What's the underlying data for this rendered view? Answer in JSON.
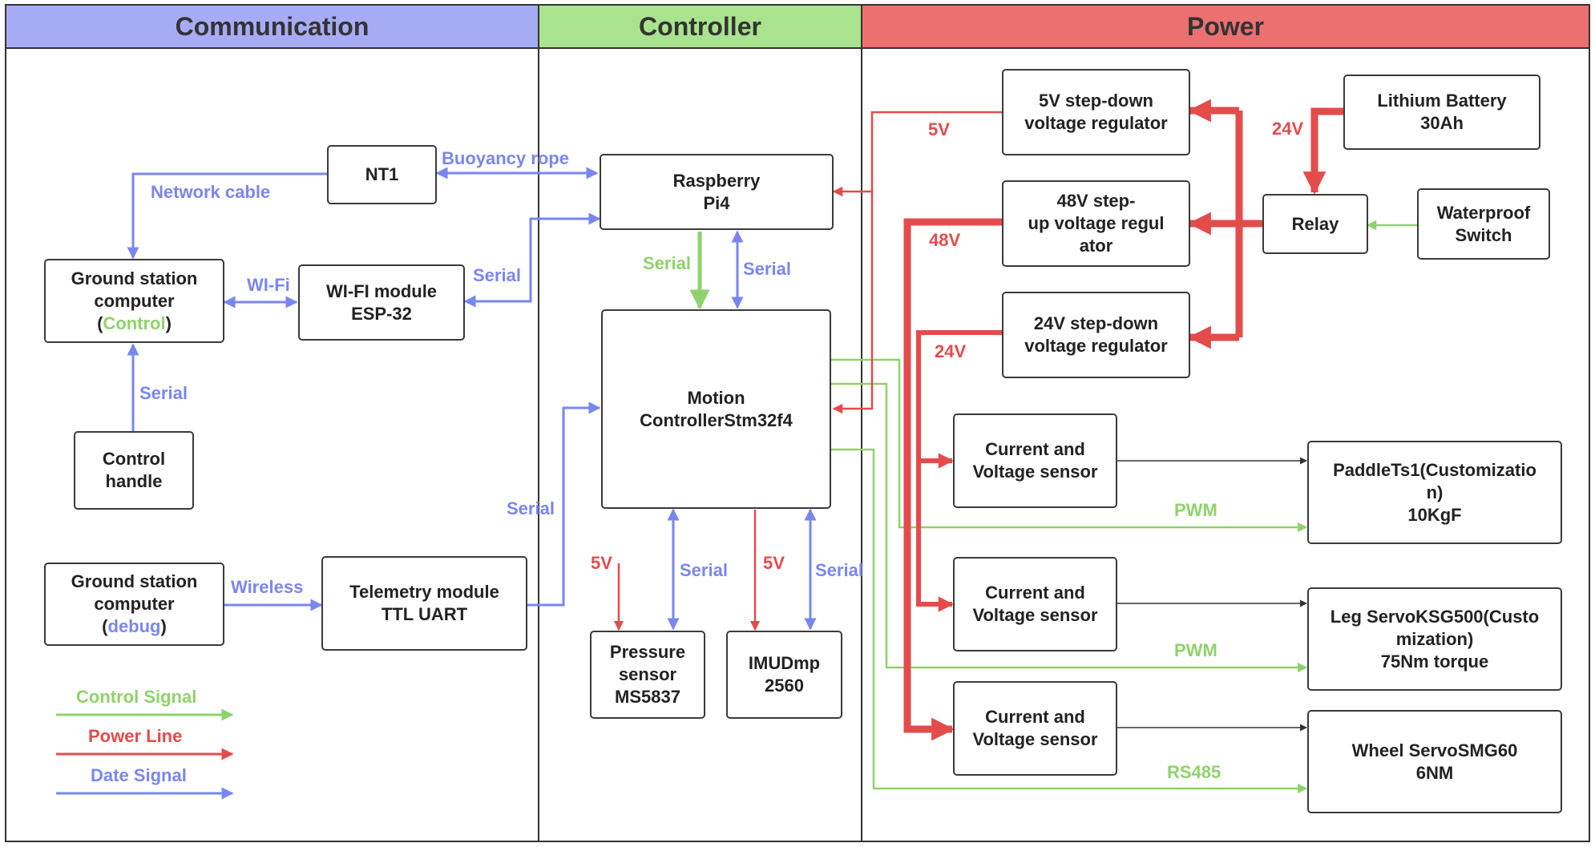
{
  "headers": {
    "communication": "Communication",
    "controller": "Controller",
    "power": "Power"
  },
  "colors": {
    "communication_header": "#a6acf4",
    "controller_header": "#a9e38e",
    "power_header": "#ec7070",
    "data_signal": "#7a86f0",
    "control_signal": "#8fd26b",
    "power_line": "#e44b4b"
  },
  "boxes": {
    "nt1": "NT1",
    "ground_control_line1": "Ground station\ncomputer",
    "ground_control_open": "(",
    "ground_control_word": "Control",
    "ground_control_close": ")",
    "wifi_module": "WI-FI module\nESP-32",
    "control_handle": "Control\nhandle",
    "ground_debug_line1": "Ground station\ncomputer",
    "ground_debug_open": "(",
    "ground_debug_word": "debug",
    "ground_debug_close": ")",
    "telemetry": "Telemetry module\nTTL UART",
    "raspberry": "Raspberry\nPi4",
    "motion": "Motion\nControllerStm32f4",
    "pressure": "Pressure\nsensor\nMS5837",
    "imu": "IMUDmp\n2560",
    "reg5v": "5V step-down\nvoltage regulator",
    "reg48v": "48V step-\nup voltage regul\nator",
    "reg24v": "24V step-down\nvoltage regulator",
    "battery": "Lithium Battery\n30Ah",
    "relay": "Relay",
    "switch": "Waterproof\nSwitch",
    "sensor1": "Current and\nVoltage sensor",
    "sensor2": "Current and\nVoltage sensor",
    "sensor3": "Current and\nVoltage sensor",
    "paddle": "PaddleTs1(Customizatio\nn)\n10KgF",
    "leg": "Leg ServoKSG500(Custo\nmization)\n75Nm torque",
    "wheel": "Wheel ServoSMG60\n6NM"
  },
  "labels": {
    "buoyancy_rope": "Buoyancy rope",
    "network_cable": "Network cable",
    "wifi": "WI-Fi",
    "serial_esp": "Serial",
    "serial_handle": "Serial",
    "serial_telemetry": "Serial",
    "wireless": "Wireless",
    "serial_green": "Serial",
    "serial_blue": "Serial",
    "v5_pressure": "5V",
    "serial_pressure": "Serial",
    "v5_imu": "5V",
    "serial_imu": "Serial",
    "v5_reg": "5V",
    "v48_reg": "48V",
    "v24_reg": "24V",
    "v24_battery": "24V",
    "pwm1": "PWM",
    "pwm2": "PWM",
    "rs485": "RS485"
  },
  "legend": {
    "control_signal": "Control Signal",
    "power_line": "Power Line",
    "date_signal": "Date Signal"
  }
}
